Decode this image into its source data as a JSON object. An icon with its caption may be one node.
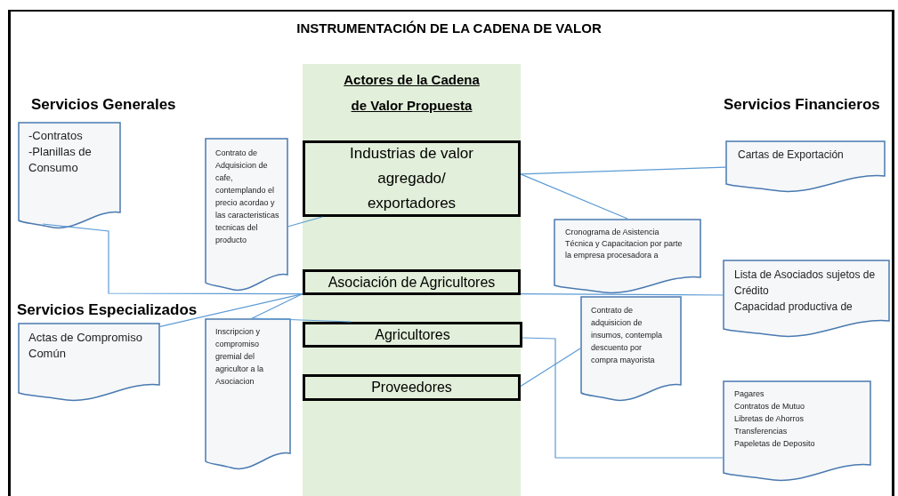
{
  "diagram": {
    "title": "INSTRUMENTACIÓN DE LA CADENA DE VALOR",
    "nodes": [
      {
        "text": [
          "Actores de la Cadena de Valor Propuesta"
        ]
      },
      {
        "text": [
          "Industrias de valor agregado/ exportadores"
        ],
        "in": 0
      },
      {
        "text": [
          "Asociación de Agricultores"
        ],
        "in": 0
      },
      {
        "text": [
          "Agricultores"
        ],
        "in": 0
      },
      {
        "text": [
          "Proveedores"
        ],
        "in": 0
      },
      {
        "text": [
          "-Contratos",
          "-Planillas de Consumo"
        ]
      },
      {
        "text": [
          "Contrato de Adquisicion de cafe, contemplando el precio acordao y las caracteristicas tecnicas del producto"
        ]
      },
      {
        "text": [
          "Actas de Compromiso Común"
        ]
      },
      {
        "text": [
          "Inscripcion y compromiso gremial del agricultor a la Asociacion"
        ]
      },
      {
        "text": [
          "Cartas de Exportación"
        ]
      },
      {
        "text": [
          "Cronograma de Asistencia Técnica y Capacitacion por parte la empresa procesadora a"
        ]
      },
      {
        "text": [
          "Lista de Asociados sujetos de Crédito",
          "Capacidad productiva de"
        ]
      },
      {
        "text": [
          "Contrato de adquisicion de insumos, contempla descuento por compra mayorista"
        ]
      },
      {
        "text": [
          "Pagares",
          "Contratos de Mutuo",
          "Libretas de Ahorros",
          "Transferencias",
          "Papeletas de Deposito"
        ]
      }
    ],
    "edges": [
      {
        "from": 5,
        "to": 2,
        "arrow": "none"
      },
      {
        "from": 6,
        "to": 1,
        "arrow": "none"
      },
      {
        "from": 7,
        "to": 2,
        "arrow": "none"
      },
      {
        "from": 8,
        "to": 2,
        "arrow": "none"
      },
      {
        "from": 8,
        "to": 3,
        "arrow": "none"
      },
      {
        "from": 1,
        "to": 9,
        "arrow": "none"
      },
      {
        "from": 1,
        "to": 10,
        "arrow": "none"
      },
      {
        "from": 2,
        "to": 11,
        "arrow": "none"
      },
      {
        "from": 3,
        "to": 13,
        "arrow": "none"
      },
      {
        "from": 4,
        "to": 12,
        "arrow": "none"
      }
    ],
    "labels": [
      "Servicios Generales",
      "Servicios Especializados",
      "Servicios Financieros"
    ]
  }
}
